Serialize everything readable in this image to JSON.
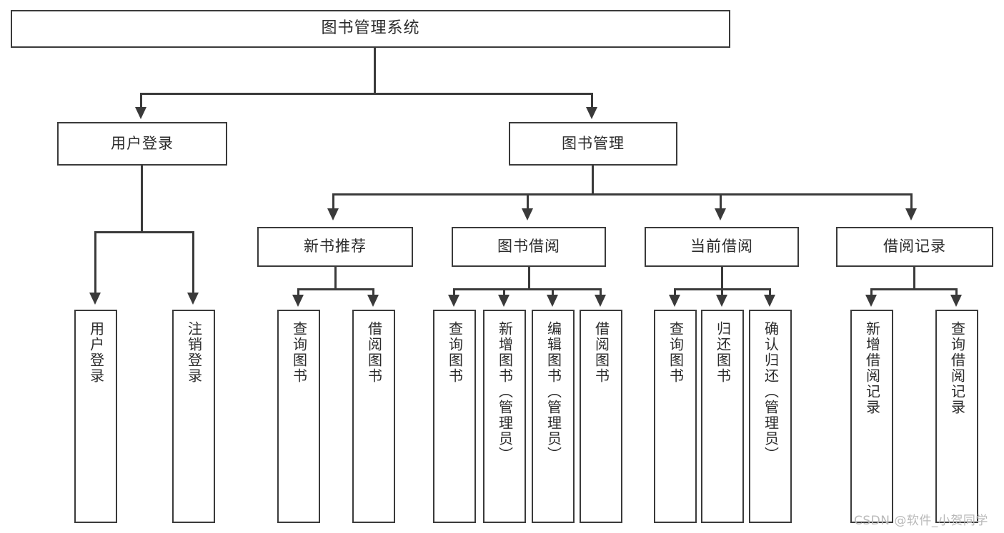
{
  "diagram": {
    "type": "tree-hierarchy",
    "title": "图书管理系统",
    "root": {
      "id": "root",
      "label": "图书管理系统",
      "level": 0
    },
    "level1": [
      {
        "id": "user-login",
        "label": "用户登录"
      },
      {
        "id": "book-manage",
        "label": "图书管理"
      }
    ],
    "level2": [
      {
        "id": "new-book-recommend",
        "label": "新书推荐",
        "parent": "book-manage"
      },
      {
        "id": "book-borrow",
        "label": "图书借阅",
        "parent": "book-manage"
      },
      {
        "id": "current-borrow",
        "label": "当前借阅",
        "parent": "book-manage"
      },
      {
        "id": "borrow-record",
        "label": "借阅记录",
        "parent": "book-manage"
      }
    ],
    "leaves": {
      "user_login": [
        {
          "id": "leaf-user-login",
          "label": "用户登录"
        },
        {
          "id": "leaf-user-logout",
          "label": "注销登录"
        }
      ],
      "new_book_recommend": [
        {
          "id": "leaf-query-book-1",
          "label": "查询图书"
        },
        {
          "id": "leaf-borrow-book-1",
          "label": "借阅图书"
        }
      ],
      "book_borrow": [
        {
          "id": "leaf-query-book-2",
          "label": "查询图书"
        },
        {
          "id": "leaf-add-book",
          "label": "新增图书（管理员）"
        },
        {
          "id": "leaf-edit-book",
          "label": "编辑图书（管理员）"
        },
        {
          "id": "leaf-borrow-book-2",
          "label": "借阅图书"
        }
      ],
      "current_borrow": [
        {
          "id": "leaf-query-book-3",
          "label": "查询图书"
        },
        {
          "id": "leaf-return-book",
          "label": "归还图书"
        },
        {
          "id": "leaf-confirm-return",
          "label": "确认归还（管理员）"
        }
      ],
      "borrow_record": [
        {
          "id": "leaf-add-record",
          "label": "新增借阅记录"
        },
        {
          "id": "leaf-query-record",
          "label": "查询借阅记录"
        }
      ]
    },
    "colors": {
      "stroke": "#3a3a3a",
      "fill": "#ffffff",
      "text": "#2b2b2b",
      "watermark": "#b9b9b9"
    }
  },
  "watermark": {
    "text": "CSDN @软件_小贺同学"
  }
}
